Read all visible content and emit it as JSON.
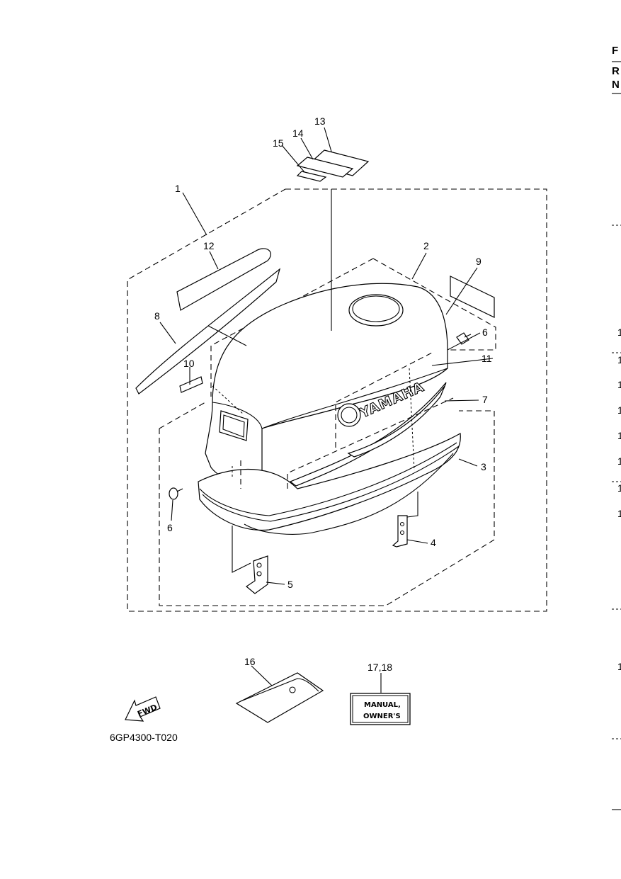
{
  "callouts": [
    {
      "id": "c1",
      "label": "1"
    },
    {
      "id": "c2",
      "label": "2"
    },
    {
      "id": "c3",
      "label": "3"
    },
    {
      "id": "c4",
      "label": "4"
    },
    {
      "id": "c5",
      "label": "5"
    },
    {
      "id": "c6a",
      "label": "6"
    },
    {
      "id": "c6b",
      "label": "6"
    },
    {
      "id": "c7",
      "label": "7"
    },
    {
      "id": "c8",
      "label": "8"
    },
    {
      "id": "c9",
      "label": "9"
    },
    {
      "id": "c10",
      "label": "10"
    },
    {
      "id": "c11",
      "label": "11"
    },
    {
      "id": "c12",
      "label": "12"
    },
    {
      "id": "c13",
      "label": "13"
    },
    {
      "id": "c14",
      "label": "14"
    },
    {
      "id": "c15",
      "label": "15"
    },
    {
      "id": "c16",
      "label": "16"
    },
    {
      "id": "c1718",
      "label": "17,18"
    }
  ],
  "brand_text": "YAMAHA",
  "manual_box": {
    "line1": "MANUAL,",
    "line2": "OWNER'S"
  },
  "fwd_label": "FWD",
  "drawing_code": "6GP4300-T020",
  "right_edge": {
    "header": [
      "F",
      "R",
      "N"
    ],
    "digits": [
      "1",
      "1",
      "1",
      "1",
      "1",
      "1",
      "1",
      "1",
      "1"
    ]
  }
}
